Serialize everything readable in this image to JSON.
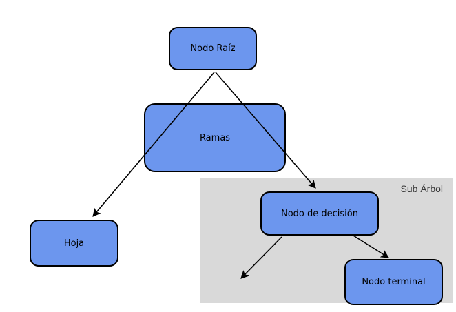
{
  "diagram": {
    "region": {
      "label": "Sub Árbol"
    },
    "nodes": {
      "root": {
        "label": "Nodo Raíz"
      },
      "branches": {
        "label": "Ramas"
      },
      "leaf": {
        "label": "Hoja"
      },
      "decision": {
        "label": "Nodo de decisión"
      },
      "terminal": {
        "label": "Nodo terminal"
      }
    },
    "edges": [
      {
        "from": "Nodo Raíz",
        "to": "Hoja"
      },
      {
        "from": "Nodo Raíz",
        "to": "Nodo de decisión"
      },
      {
        "from": "Nodo de decisión",
        "to": ""
      },
      {
        "from": "Nodo de decisión",
        "to": "Nodo terminal"
      }
    ],
    "colors": {
      "background": "#ffffff",
      "node_fill": "#6c96ee",
      "node_border": "#000000",
      "region_fill": "#d9d9d9",
      "region_text": "#3a3a3a",
      "edge": "#000000"
    }
  }
}
